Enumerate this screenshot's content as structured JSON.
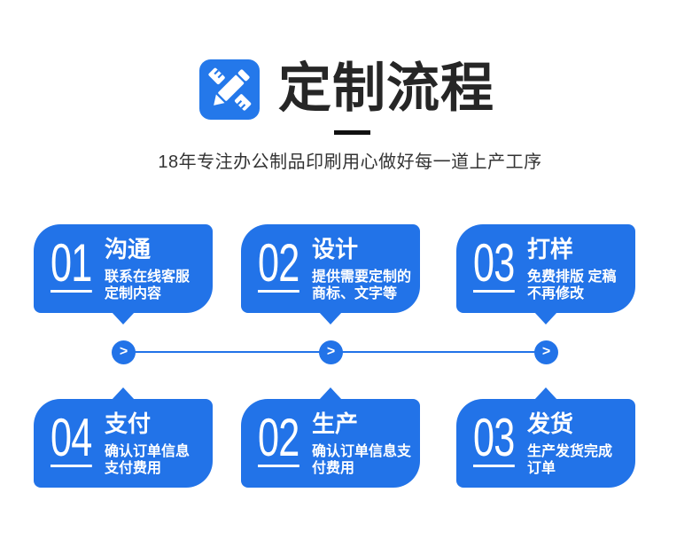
{
  "header": {
    "title": "定制流程",
    "subtitle": "18年专注办公制品印刷用心做好每一道上产工序",
    "icon": "pencil-ruler-icon"
  },
  "colors": {
    "primary": "#2273E8",
    "title_text": "#262626",
    "subtitle_text": "#333333",
    "card_text": "#FFFFFF",
    "background": "#FFFFFF"
  },
  "connector": {
    "arrow_glyph": ">"
  },
  "steps": [
    {
      "num": "01",
      "title": "沟通",
      "desc_line1": "联系在线客服",
      "desc_line2": "定制内容"
    },
    {
      "num": "02",
      "title": "设计",
      "desc_line1": "提供需要定制的",
      "desc_line2": "商标、文字等"
    },
    {
      "num": "03",
      "title": "打样",
      "desc_line1": "免费排版 定稿",
      "desc_line2": "不再修改"
    },
    {
      "num": "04",
      "title": "支付",
      "desc_line1": "确认订单信息",
      "desc_line2": "支付费用"
    },
    {
      "num": "02",
      "title": "生产",
      "desc_line1": "确认订单信息支",
      "desc_line2": "付费用"
    },
    {
      "num": "03",
      "title": "发货",
      "desc_line1": "生产发货完成",
      "desc_line2": "订单"
    }
  ]
}
